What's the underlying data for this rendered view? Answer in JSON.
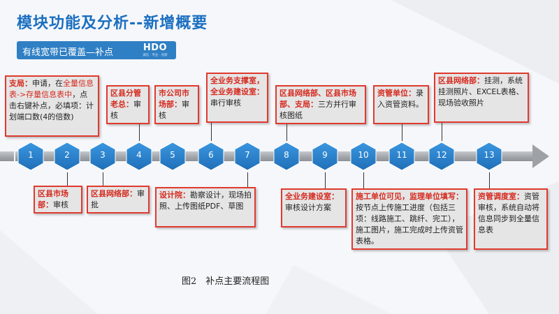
{
  "title": "模块功能及分析--新增概要",
  "subtitle": "有线宽带已覆盖—补点",
  "logo": {
    "main": "HDO",
    "sub": "诚信 · 专业 · 创新"
  },
  "colors": {
    "accent": "#1a6fc0",
    "card_border": "#e03a2f",
    "card_bg": "#e5e5e5",
    "node_fill": "#2a84d0",
    "arrow": "#aeb2b8"
  },
  "steps": [
    {
      "number": "1",
      "role": "支局：",
      "text_a": "申请，在",
      "text_red": "全量信息表->存量信息表中",
      "text_b": "，点击右键补点，必填项：计划端口数(4的倍数)"
    },
    {
      "number": "2",
      "role": "区县市场部：",
      "text": "审核"
    },
    {
      "number": "3",
      "role": "区县网络部：",
      "text": "审批"
    },
    {
      "number": "4",
      "role": "区县分管老总：",
      "text": "审核"
    },
    {
      "number": "5",
      "role": "市公司市场部：",
      "text": "审核"
    },
    {
      "number": "6",
      "role": "全业务支撑室，全业务建设室：",
      "text": "串行审核"
    },
    {
      "number": "7",
      "role": "设计院：",
      "text": "勘察设计，现场拍照、上传图纸PDF、草图"
    },
    {
      "number": "8",
      "role": "区县网络部、区县市场部、支局：",
      "text": "三方并行审核图纸"
    },
    {
      "number": "9",
      "role": "全业务建设室：",
      "text": "审核设计方案"
    },
    {
      "number": "10",
      "role": "施工单位可见，监理单位填写：",
      "text": "按节点上传施工进度（包括三项：线路施工、跳纤、完工），施工图片，施工完成时上传资管表格。"
    },
    {
      "number": "11",
      "role": "资管单位：",
      "text": "录入资管资料。"
    },
    {
      "number": "12",
      "role": "区县网络部：",
      "text": "挂测，系统挂测照片、EXCEL表格、现场验收照片"
    },
    {
      "number": "13",
      "role": "资管调度室：",
      "text": "资管审核，系统自动将信息同步到全量信息表"
    }
  ],
  "caption": "图2　补点主要流程图"
}
